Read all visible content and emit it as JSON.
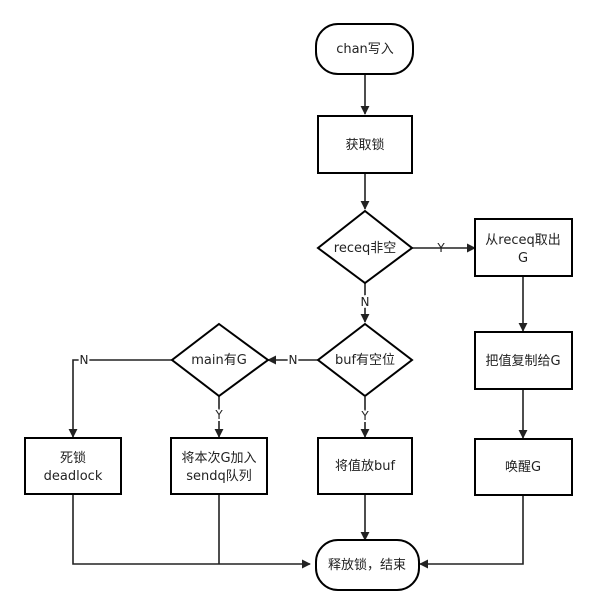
{
  "diagram": {
    "nodes": {
      "start": "chan写入",
      "lock": "获取锁",
      "recvq": "receq非空",
      "take_g_1": "从receq取出",
      "take_g_2": "G",
      "copy": "把值复制给G",
      "wake": "唤醒G",
      "buf": "buf有空位",
      "put_buf": "将值放buf",
      "main": "main有G",
      "sendq_1": "将本次G加入",
      "sendq_2": "sendq队列",
      "deadlock_1": "死锁",
      "deadlock_2": "deadlock",
      "end": "释放锁，结束"
    },
    "edges": {
      "recvq_yes": "Y",
      "recvq_no": "N",
      "buf_no": "N",
      "buf_yes": "Y",
      "main_no": "N",
      "main_yes": "Y"
    }
  }
}
